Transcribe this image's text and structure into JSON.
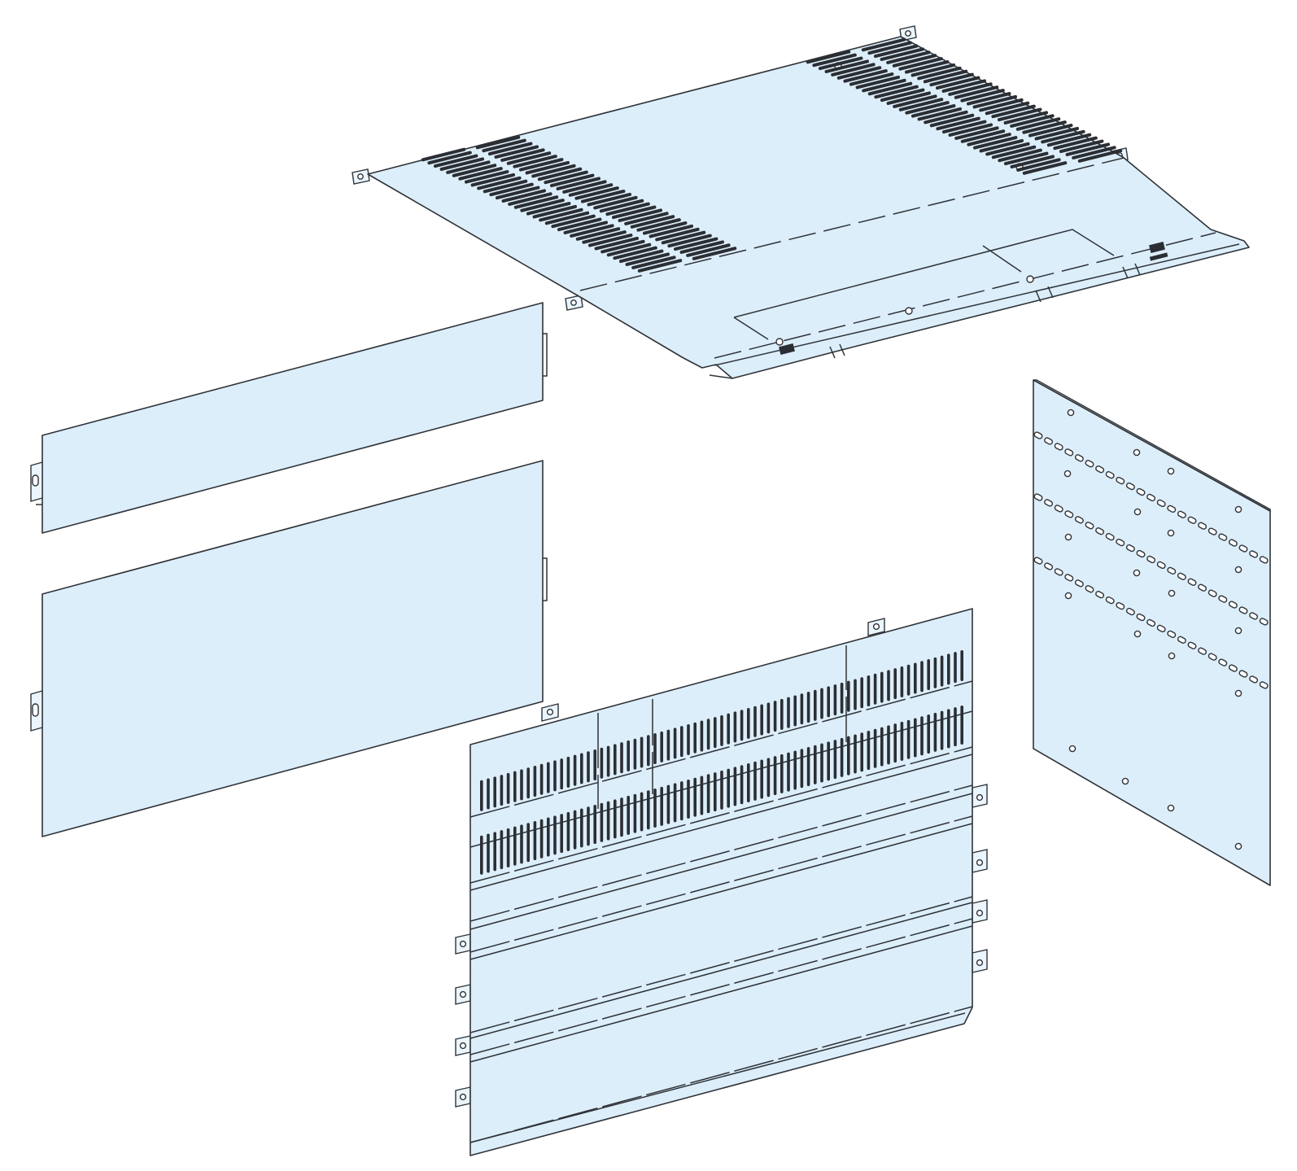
{
  "diagram": {
    "panel_fill": "#dceefa",
    "tab_fill": "#eaf5fd",
    "line_color": "#2f3338",
    "parts": [
      {
        "id": "roof-plate"
      },
      {
        "id": "upper-front-cover"
      },
      {
        "id": "lower-front-cover"
      },
      {
        "id": "side-mounting-plate"
      },
      {
        "id": "vented-front-plate"
      }
    ]
  }
}
